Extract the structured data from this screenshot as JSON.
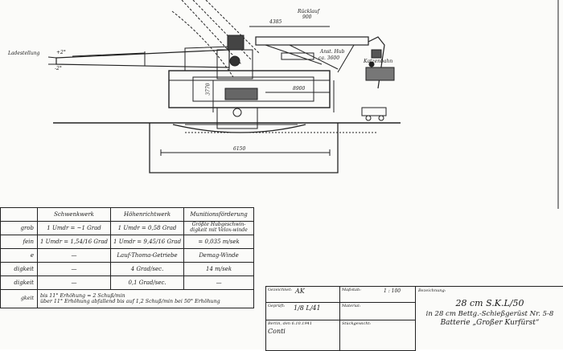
{
  "drawing": {
    "labels": {
      "ladestellung": "Ladestellung",
      "angle_plus": "+2°",
      "angle_minus": "-2°",
      "dim_top": "4385",
      "dim_rueck": "Rücklauf",
      "dim_rueck_val": "900",
      "dim_hmid": "8900",
      "dim_vert": "3770",
      "dim_bottom": "6150",
      "mk1": "Anst. Hub",
      "mk2": "ca. 3600",
      "mk3": "Katzenbahn"
    }
  },
  "specs": {
    "headers": [
      "Schwenkwerk",
      "Höhenrichtwerk",
      "Munitionsförderung"
    ],
    "rows": [
      {
        "label": "grob",
        "values": [
          "1 Umdr = ~1 Grad",
          "1 Umdr = 0,58 Grad",
          "Größte Hubgeschwin-digkeit mit Velox-winde"
        ]
      },
      {
        "label": "fein",
        "values": [
          "1 Umdr = 1,54/16 Grad",
          "1 Umdr = 9,45/16 Grad",
          "= 0,035 m/sek"
        ]
      },
      {
        "label": "e",
        "values": [
          "—",
          "Lauf-Thoma-Getriebe",
          "Demag-Winde"
        ]
      },
      {
        "label": "digkeit",
        "values": [
          "—",
          "4 Grad/sec.",
          "14 m/sek"
        ]
      },
      {
        "label": "digkeit",
        "values": [
          "—",
          "0,1 Grad/sec.",
          "—"
        ]
      }
    ],
    "note_label": "gkeit",
    "note_line1": "bis 11° Erhöhung = 2 Schuß/min",
    "note_line2": "über 11° Erhöhung abfallend bis auf 1,2 Schuß/min bei 50° Erhöhung"
  },
  "title_block": {
    "gezeichnet_k": "Gezeichnet:",
    "gezeichnet_v": "AK",
    "massstab_k": "Maßstab:",
    "massstab_v": "1 : 100",
    "geprueft_k": "Geprüft:",
    "geprueft_v": "1/8 L/41",
    "material_k": "Material:",
    "berlin_k": "Berlin, den 6.10.1941",
    "berlin_v": "Conti",
    "stueck_k": "Stückgewicht:",
    "bez_k": "Bezeichnung:",
    "title1": "28 cm S.K.L/50",
    "title2": "in 28 cm Bettg.-Schießgerüst Nr. 5-8",
    "title3": "Batterie „Großer Kurfürst“"
  }
}
